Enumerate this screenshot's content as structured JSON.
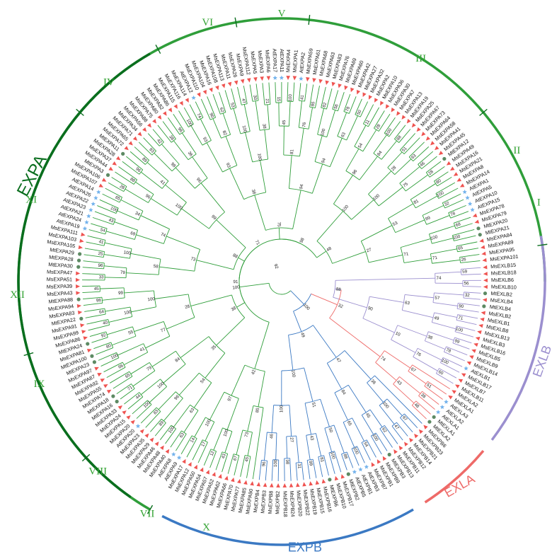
{
  "colors": {
    "expa": "#2f9e3a",
    "expa_dark": "#0a6e1e",
    "expb": "#3b79c3",
    "exla": "#ee6a68",
    "exlb": "#9b8fcf",
    "ms_marker": "#ef5350",
    "at_marker": "#74b3ec",
    "mt_marker": "#5d8a63"
  },
  "clades": [
    {
      "id": "expa",
      "label": "EXPA",
      "color_key": "expa_dark"
    },
    {
      "id": "expb",
      "label": "EXPB",
      "color_key": "expb"
    },
    {
      "id": "exla",
      "label": "EXLA",
      "color_key": "exla"
    },
    {
      "id": "exlb",
      "label": "EXLB",
      "color_key": "exlb"
    }
  ],
  "subgroups": [
    "I",
    "II",
    "III",
    "IV",
    "V",
    "VI",
    "VII",
    "VIII",
    "IX",
    "X",
    "XI",
    "XII"
  ],
  "tips": [
    "MsEXPA101",
    "MsEXPA95",
    "MsEXPA89",
    "MsEXPA84",
    "MtEXPA21",
    "MtEXPA20",
    "MsEXPA79",
    "MsEXPA78",
    "AtEXPA15",
    "AtEXPA10",
    "AtEXPA5",
    "AtEXPA1",
    "MsEXPA14",
    "MsEXPA8",
    "MsEXPA21",
    "MsEXPA16",
    "MsEXPA49",
    "MtEXPA12",
    "MsEXPA45",
    "MsEXPA41",
    "MsEXPA58",
    "MsEXPA64",
    "MsEXPA73",
    "MsEXPA67",
    "MsEXPA25",
    "MsEXPA19",
    "MsEXPA13",
    "MsEXPA7",
    "MsEXPA30",
    "MsEXPA36",
    "MsEXPA10",
    "MsEXPA2",
    "MsEXPA32",
    "MsEXPA27",
    "MsEXPA42",
    "MsEXPA60",
    "MsEXPA69",
    "MsEXPA76",
    "MsEXPA83",
    "MsEXPA63",
    "MsEXPA68",
    "MsEXPA61",
    "MsEXPA59",
    "AtEXPA2",
    "MsEXPA1",
    "MsEXPA4",
    "AtEXPA11",
    "AtEXPA17",
    "MsEXPA6",
    "MsEXPA3",
    "MsEXPA5",
    "MsEXPA112",
    "MsEXPA9",
    "MsEXPA26",
    "MsEXPA11",
    "MsEXPA113",
    "MsEXPA108",
    "MsEXPA16",
    "MsEXPA104",
    "MsEXPA110",
    "AtEXPA12",
    "MsEXPA114",
    "MsEXPA116",
    "MsEXPA115",
    "MsEXPA86",
    "MsEXPA82",
    "MsEXPA80",
    "MsEXPA75",
    "MsEXPA88",
    "MsEXPA56",
    "MsEXPA34",
    "MsEXPA71",
    "MsEXPA65",
    "MsEXPA72",
    "MtEXPA11",
    "MsEXPA28",
    "MsEXPA37",
    "MsEXPA44",
    "MtEXPA3",
    "MsEXPA106",
    "MsEXPA107",
    "AtEXPA14",
    "AtEXPA26",
    "AtEXPA22",
    "AtEXPA23",
    "AtEXPA21",
    "AtEXPA24",
    "AtEXPA19",
    "MsEXPA111",
    "MsEXPA103",
    "MsEXPA105",
    "MtEXPA29",
    "MtEXPA28",
    "MtEXPA30",
    "MsEXPA47",
    "MsEXPA51",
    "MsEXPA39",
    "MsEXPA43",
    "MtEXPA88",
    "MsEXPA94",
    "MsEXPA83",
    "MtEXPA22",
    "MsEXPA91",
    "MsEXPA99",
    "MsEXPA86",
    "MtEXPA24",
    "MsEXPA81",
    "MtEXPA100",
    "MtEXPA23",
    "MsEXPA97",
    "MsEXPA87",
    "MsEXPA92",
    "MsEXPA55",
    "MsEXPA74",
    "MtEXPA18",
    "MtEXPA16",
    "MsEXPA33",
    "MsEXPA24",
    "MsEXPA15",
    "MsEXPA20",
    "AtEXPA20",
    "MsEXPA23",
    "MsEXPA35",
    "MsEXPA29",
    "MsEXPA46",
    "MsEXPA48",
    "MsEXPA40",
    "AtEXPA8",
    "AtEXPA9",
    "MsEXPA17",
    "MsEXPA12",
    "MsEXPA50",
    "MsEXPA54",
    "MsEXPA57",
    "MsEXPA52",
    "MsEXPA62",
    "MsEXPA66",
    "MsEXPA70",
    "MsEXPA77",
    "MsEXPA85",
    "MsEXPA90",
    "MsEXPB4",
    "MsEXPB3",
    "MsEXPB8",
    "MsEXPB2",
    "MsEXPB18",
    "MsEXPB24",
    "MsEXPB20",
    "MsEXPB22",
    "MsEXPB19",
    "MsEXPB15",
    "MsEXPB16",
    "MtEXPB6",
    "MsEXPB10",
    "MsEXPB17",
    "MtEXPB2",
    "AtEXPB5",
    "AtEXPB1",
    "AtEXPB3",
    "MsEXPB7",
    "MsEXPB1",
    "MsEXPB9",
    "MtEXPB3",
    "MsEXPB13",
    "MsEXPB11",
    "MsEXPB12",
    "MsEXPB14",
    "MsEXPB21",
    "MsEXPB23",
    "MsEXPB6",
    "MtEXLA2",
    "MtEXLA1",
    "AtEXLA1",
    "AtEXLA2",
    "AtEXLA3",
    "MsEXLA1",
    "MsEXLA2",
    "MsEXLB11",
    "MsEXLB7",
    "MsEXLB17",
    "AtEXLB1",
    "MsEXLB14",
    "MsEXLB9",
    "MsEXLB5",
    "MsEXLB16",
    "MsEXLB3",
    "MsEXLB13",
    "MsEXLB8",
    "MsEXLB1",
    "MsEXLB2",
    "MtEXLB4",
    "MsEXLB4",
    "MtEXLB2",
    "MsEXLB10",
    "MsEXLB6",
    "MsEXLB18",
    "MsEXLB15"
  ],
  "support_values": [
    "26",
    "65",
    "100",
    "68",
    "78",
    "32",
    "100",
    "80",
    "28",
    "46",
    "63",
    "51",
    "88",
    "100",
    "28",
    "11",
    "50",
    "78",
    "56",
    "82",
    "85",
    "41",
    "100",
    "15",
    "21",
    "30",
    "47",
    "53",
    "62",
    "90",
    "74",
    "100",
    "96",
    "38",
    "42",
    "93",
    "89",
    "96",
    "88",
    "28",
    "65",
    "100",
    "43",
    "54",
    "41",
    "25",
    "96",
    "33",
    "45",
    "98",
    "64",
    "40",
    "92",
    "80",
    "100",
    "66",
    "65",
    "71",
    "44",
    "100",
    "83",
    "89",
    "100",
    "63",
    "14",
    "17",
    "12",
    "43",
    "67",
    "45",
    "71",
    "100",
    "99",
    "81",
    "75",
    "28",
    "84",
    "54",
    "63",
    "100",
    "76",
    "45",
    "38",
    "100",
    "82",
    "93",
    "36",
    "98",
    "41",
    "96",
    "34",
    "69",
    "100",
    "79",
    "99",
    "100",
    "55",
    "41",
    "79",
    "100",
    "96",
    "63",
    "100",
    "100",
    "73",
    "71",
    "53",
    "100",
    "96",
    "94",
    "81",
    "100",
    "93",
    "96",
    "100",
    "74",
    "58",
    "100",
    "77",
    "84",
    "54",
    "97",
    "85",
    "27",
    "100",
    "94",
    "38",
    "99",
    "73",
    "28",
    "35",
    "42",
    "48",
    "75",
    "88",
    "38",
    "98",
    "91",
    "71",
    "100",
    "96",
    "100",
    "98",
    "31",
    "99",
    "81",
    "100",
    "88",
    "100",
    "54",
    "100",
    "62",
    "47",
    "97",
    "46",
    "27",
    "43",
    "50",
    "65",
    "45",
    "100",
    "100",
    "51",
    "84",
    "36",
    "100",
    "47",
    "49",
    "48",
    "38",
    "51",
    "43",
    "67",
    "74",
    "60",
    "100",
    "78",
    "99",
    "100",
    "71",
    "90",
    "32",
    "56",
    "59",
    "76",
    "38",
    "49",
    "57",
    "74",
    "10",
    "63",
    "90",
    "88",
    "32",
    "100",
    "92"
  ]
}
